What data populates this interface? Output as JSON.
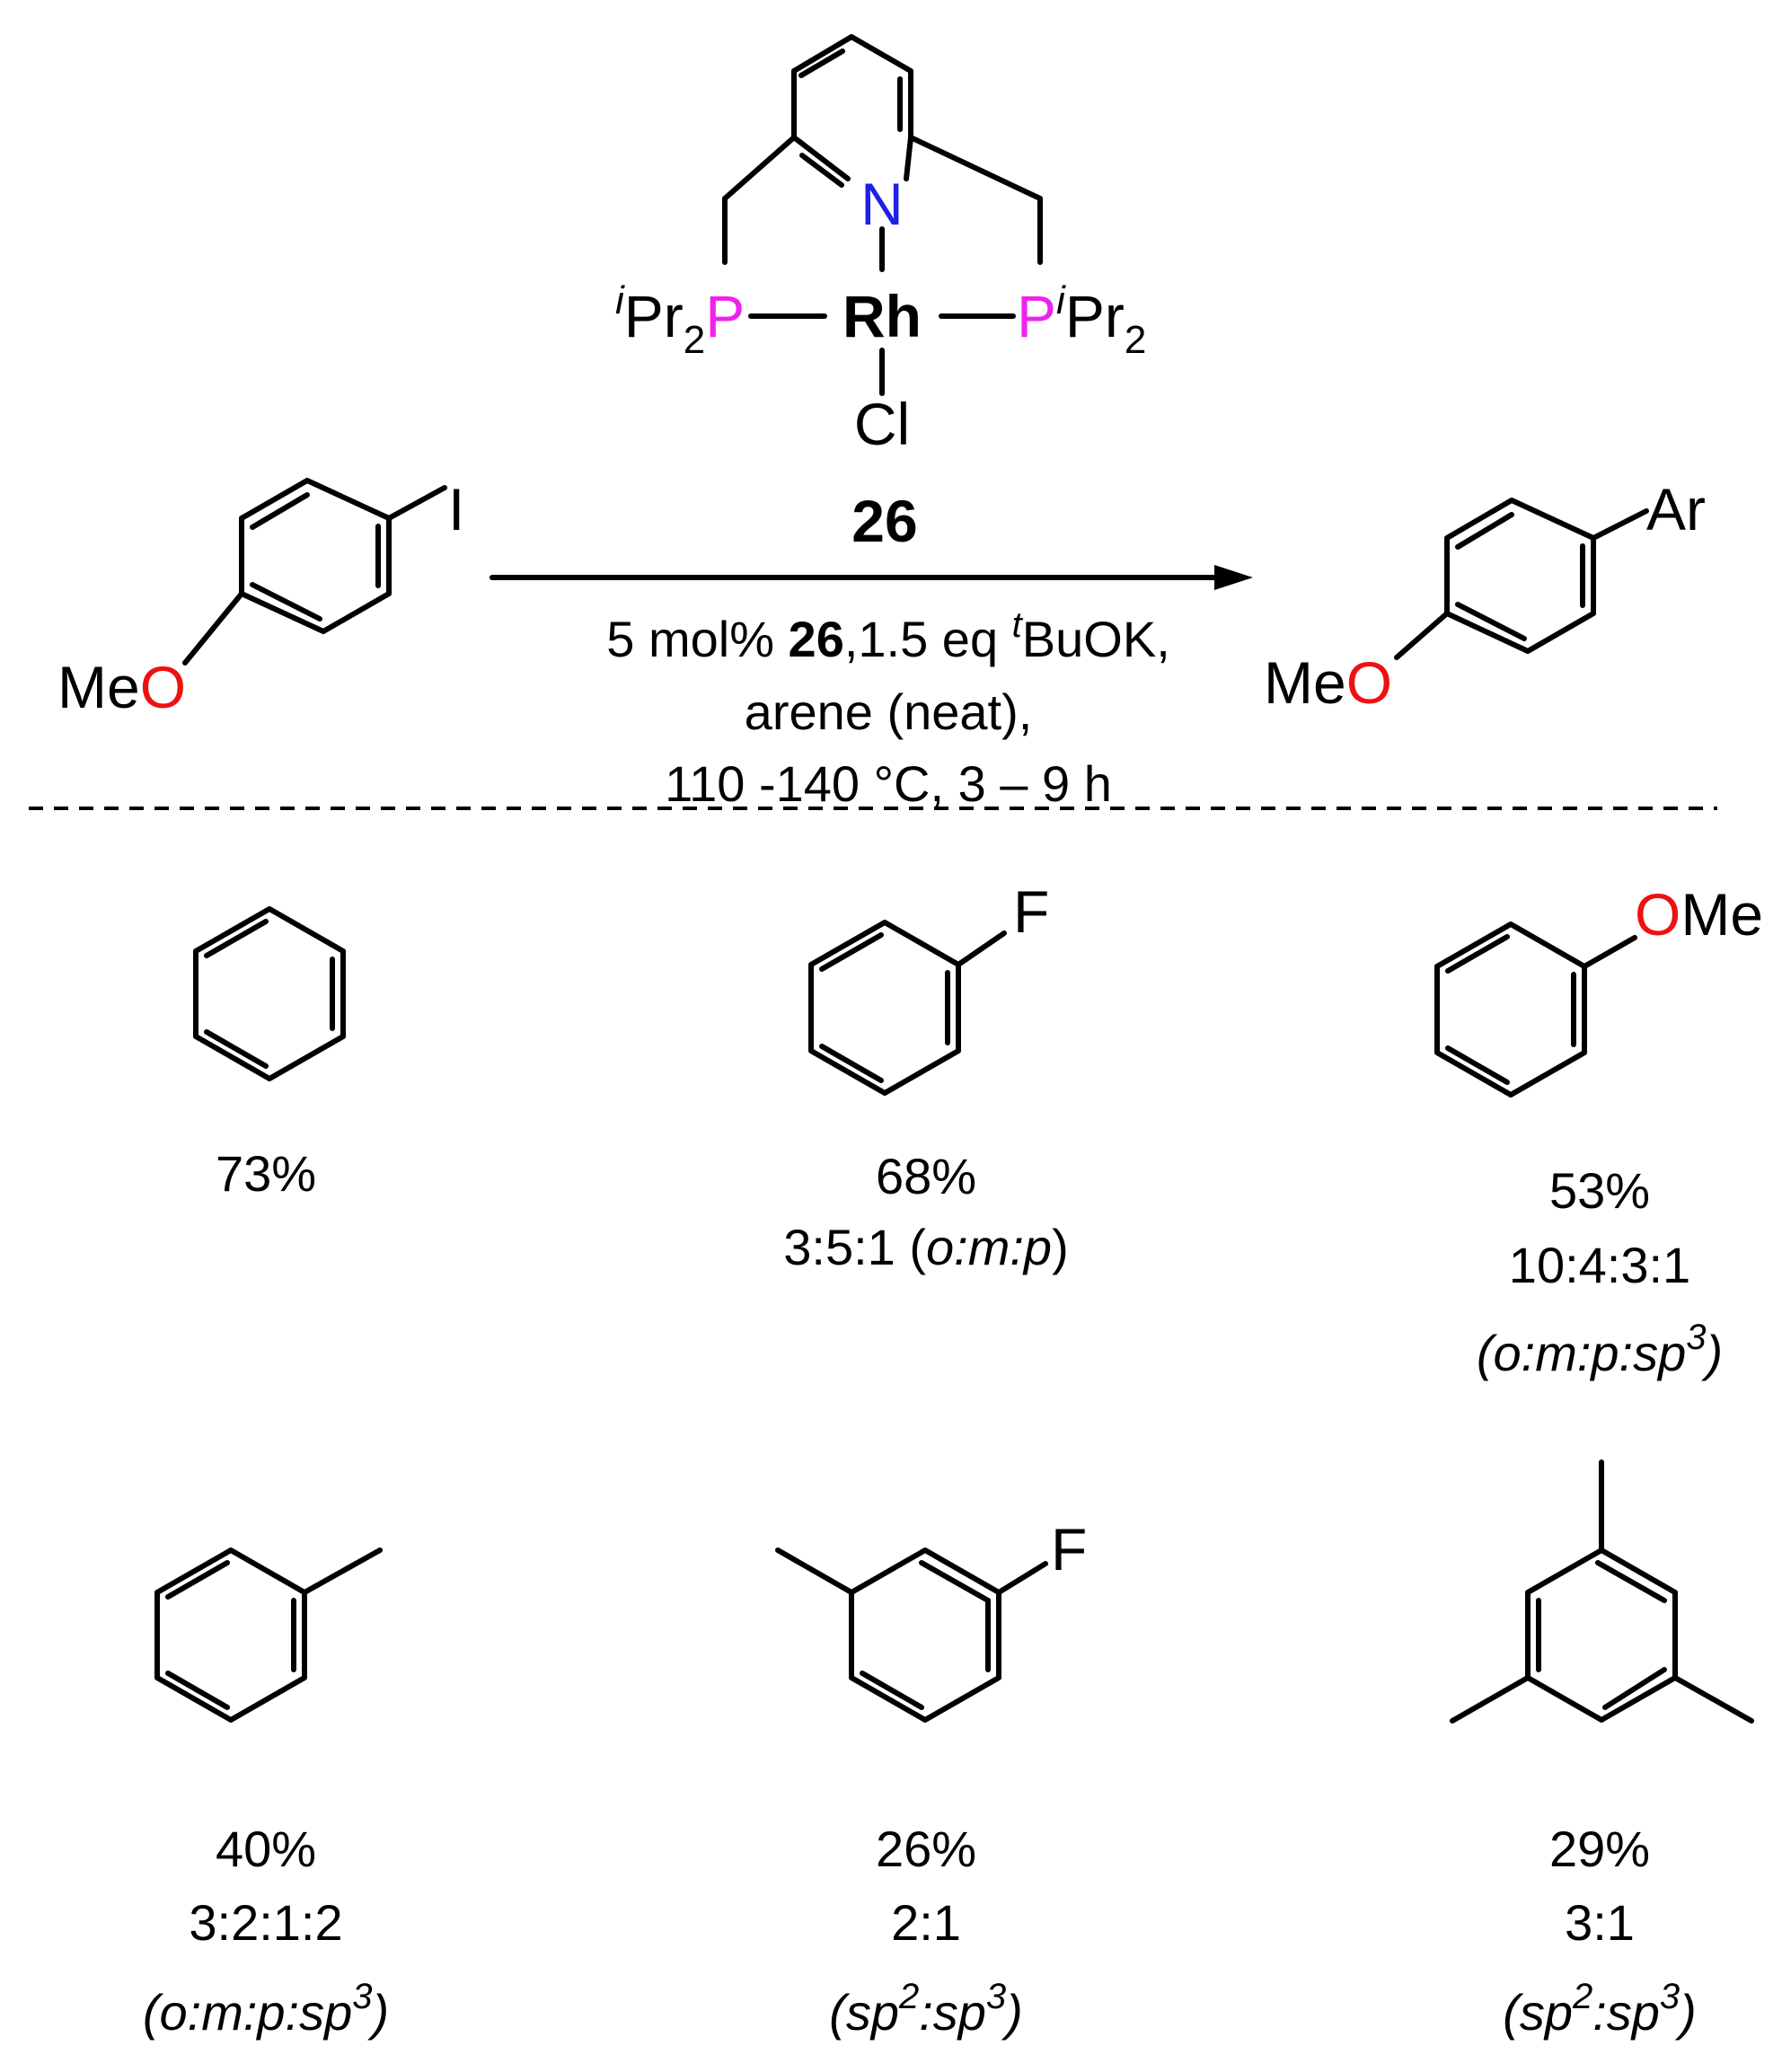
{
  "colors": {
    "nitrogen": "#1f1fe8",
    "phosphorus": "#ee22ee",
    "oxygen": "#ee1111",
    "ink": "#000000"
  },
  "catalyst": {
    "label": "26",
    "metal": "Rh",
    "n": "N",
    "p": "P",
    "cl": "Cl",
    "substituent_sup": "i",
    "substituent_pr": "Pr",
    "substituent_sub": "2"
  },
  "substrate": {
    "halide": "I",
    "me": "Me",
    "o": "O"
  },
  "product": {
    "ar": "Ar",
    "me": "Me",
    "o": "O"
  },
  "conditions": {
    "line1_a": "5 mol% ",
    "line1_cat": "26",
    "line1_b": ",1.5 eq ",
    "line1_sup": "t",
    "line1_c": "BuOK,",
    "line2": "arene (neat),",
    "line3": "110 -140 °C, 3 – 9 h"
  },
  "arenes": [
    {
      "name": "benzene",
      "yield": "73%"
    },
    {
      "name": "fluorobenzene",
      "yield": "68%",
      "ratio": "3:5:1 (",
      "ratio_it": "o:m:p",
      "ratio_end": ")",
      "f": "F"
    },
    {
      "name": "anisole",
      "yield": "53%",
      "ratio": "10:4:3:1",
      "sel_open": "(",
      "sel_it": "o:m:p:sp",
      "sel_sup": "3",
      "sel_close": ")",
      "o": "O",
      "me": "Me"
    },
    {
      "name": "toluene",
      "yield": "40%",
      "ratio": "3:2:1:2",
      "sel_open": "(",
      "sel_it": "o:m:p:sp",
      "sel_sup": "3",
      "sel_close": ")"
    },
    {
      "name": "3-fluorotoluene",
      "yield": "26%",
      "ratio": "2:1",
      "sel_open": "(",
      "sel_it1": "sp",
      "sel_sup1": "2",
      "sel_it2": ":sp",
      "sel_sup2": "3",
      "sel_close": ")",
      "f": "F"
    },
    {
      "name": "mesitylene",
      "yield": "29%",
      "ratio": "3:1",
      "sel_open": "(",
      "sel_it1": "sp",
      "sel_sup1": "2",
      "sel_it2": ":sp",
      "sel_sup2": "3",
      "sel_close": ")"
    }
  ]
}
